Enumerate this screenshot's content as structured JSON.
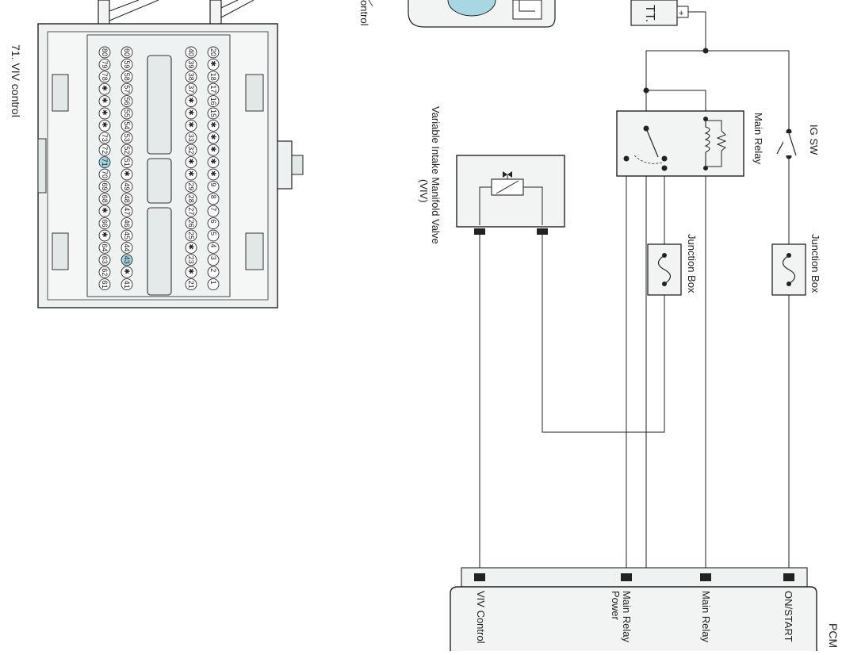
{
  "caption": "71. VIV control",
  "connector": {
    "row_a": [
      "20",
      "✱",
      "18",
      "17",
      "16",
      "15",
      "✱",
      "✱",
      "✱",
      "✱",
      "✱",
      "9",
      "8",
      "7",
      "6",
      "5",
      "4",
      "3",
      "2",
      "1"
    ],
    "row_b": [
      "40",
      "39",
      "38",
      "37",
      "✱",
      "✱",
      "✱",
      "33",
      "32",
      "✱",
      "✱",
      "29",
      "28",
      "27",
      "26",
      "25",
      "✱",
      "23",
      "✱",
      "21"
    ],
    "row_c": [
      "60",
      "59",
      "58",
      "57",
      "56",
      "55",
      "54",
      "53",
      "52",
      "51",
      "✱",
      "49",
      "48",
      "47",
      "46",
      "45",
      "44",
      "43",
      "✱",
      "41"
    ],
    "row_d": [
      "80",
      "79",
      "78",
      "✱",
      "✱",
      "✱",
      "✱",
      "73",
      "72",
      "71",
      "70",
      "69",
      "68",
      "✱",
      "66",
      "✱",
      "64",
      "63",
      "62",
      "61"
    ],
    "highlight_color": "#9fd4de"
  },
  "partial_labels": {
    "battery": "TT.",
    "control_fragment": "ontrol"
  },
  "components": {
    "ig_sw": "IG SW",
    "main_relay": "Main Relay",
    "junction_box_1": "Junction Box",
    "junction_box_2": "Junction Box",
    "viv_title": "Variable Intake Manifold Valve",
    "viv_abbr": "(VIV)"
  },
  "pcm": {
    "title": "PCM",
    "terminals": [
      "ON/START",
      "Main Relay",
      "Main Relay",
      "Power",
      "VIV Control"
    ]
  },
  "colors": {
    "line": "#222222",
    "fill": "#f2f4f4",
    "connector_fill": "#e4e9e9"
  }
}
